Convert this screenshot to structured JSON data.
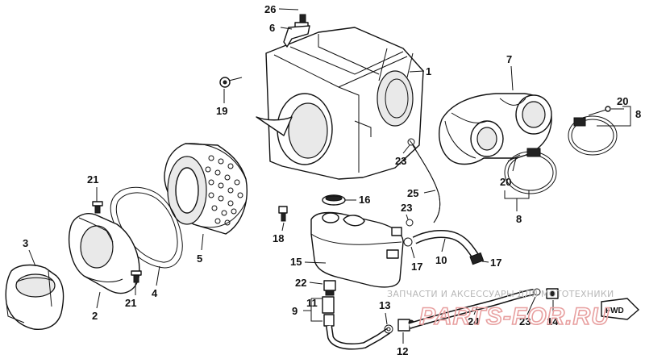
{
  "watermark": {
    "text": "ЗАПЧАСТИ И АКСЕССУАРЫ ДЛЯ МОТОТЕХНИКИ",
    "logo": "PARTS-FOR.RU"
  },
  "direction_marker": "FWD",
  "callouts": [
    "26",
    "6",
    "1",
    "7",
    "19",
    "20",
    "8",
    "23",
    "21",
    "25",
    "16",
    "20",
    "8",
    "3",
    "18",
    "23",
    "5",
    "17",
    "10",
    "17",
    "15",
    "4",
    "22",
    "21",
    "2",
    "9",
    "11",
    "13",
    "24",
    "23",
    "14",
    "12"
  ]
}
